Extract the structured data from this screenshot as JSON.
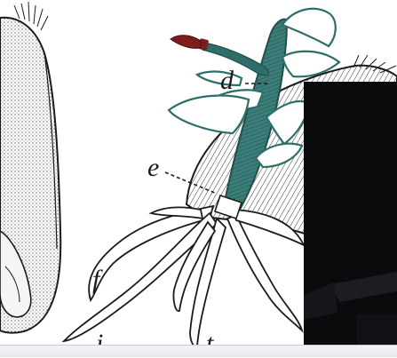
{
  "labels": {
    "d": "d",
    "e": "e",
    "f": "f",
    "i": "i",
    "t": "t"
  },
  "colors": {
    "ink": "#1b1b1b",
    "stem_overlay": "#2e6e6a",
    "brush_tip": "#7a1e1e",
    "panel": "#0a0b0d"
  },
  "icons": [
    "brush-icon"
  ]
}
